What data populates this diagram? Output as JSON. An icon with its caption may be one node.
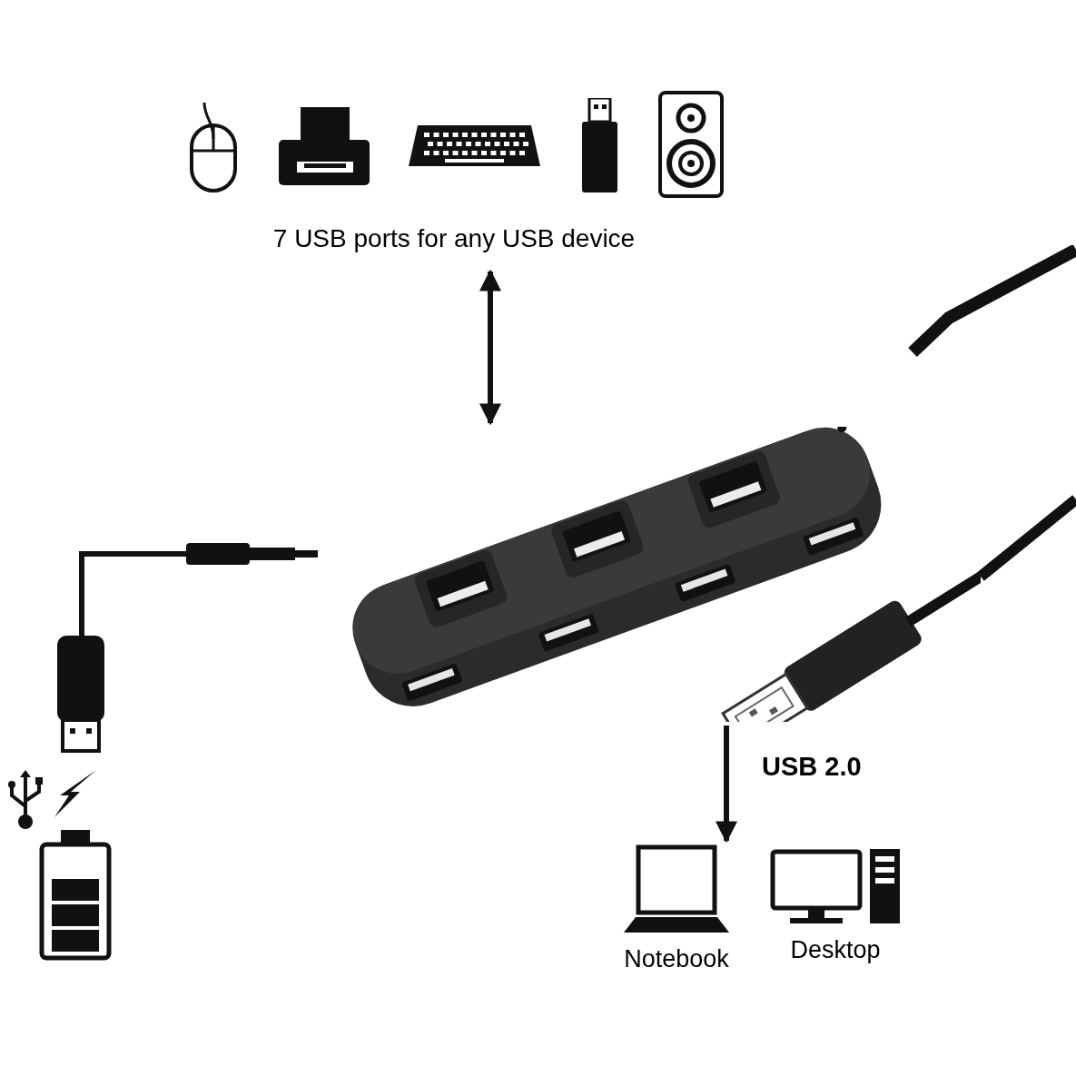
{
  "diagram": {
    "nodes": [
      {
        "text": [],
        "shape": "picture",
        "beside": [
          "7 USB ports for any USB device"
        ]
      },
      {
        "text": [],
        "shape": "picture"
      },
      {
        "text": [
          "Notebook"
        ]
      },
      {
        "text": [
          "Desktop"
        ]
      }
    ],
    "edges": [
      {
        "from": 0,
        "to": 1,
        "arrow": "both"
      },
      {
        "from": 1,
        "to": 2,
        "arrow": "to",
        "label": "USB 2.0"
      }
    ]
  }
}
